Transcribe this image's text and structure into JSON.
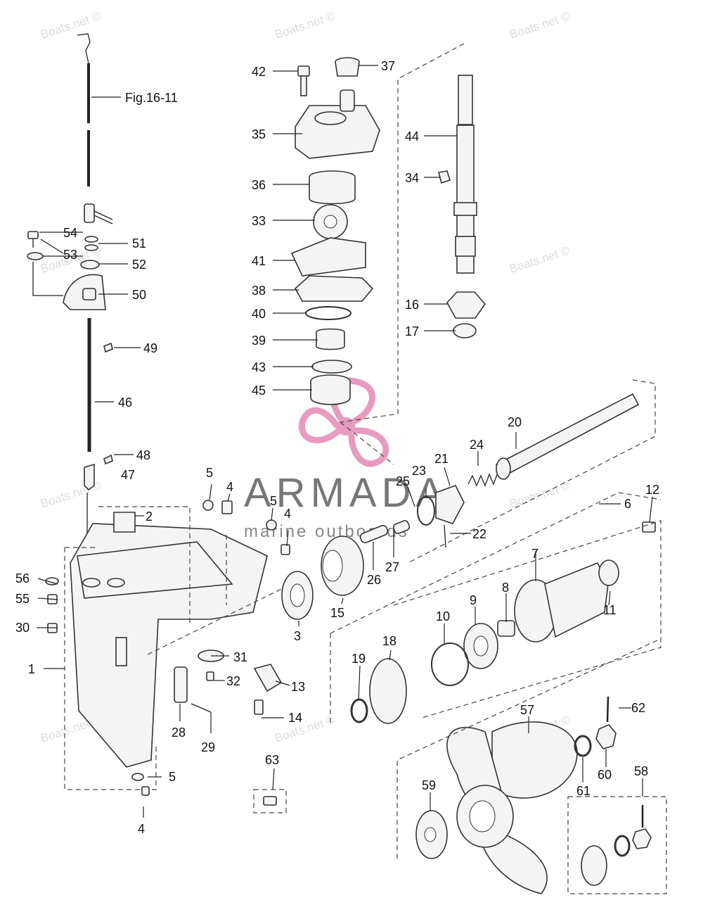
{
  "watermarks": [
    "Boats.net ©",
    "Boats.net ©",
    "Boats.net ©",
    "Boats.net ©",
    "Boats.net ©",
    "Boats.net ©",
    "Boats.net ©",
    "Boats.net ©",
    "Boats.net ©",
    "Boats.net ©"
  ],
  "brand": {
    "name": "ARMADA",
    "tagline": "marine outboards",
    "color": "#e79bbf"
  },
  "reference": "Fig.16-11",
  "callouts": {
    "c1": "1",
    "c2": "2",
    "c3": "3",
    "c4a": "4",
    "c4b": "4",
    "c4c": "4",
    "c5a": "5",
    "c5b": "5",
    "c5c": "5",
    "c6": "6",
    "c7": "7",
    "c8": "8",
    "c9": "9",
    "c10": "10",
    "c11": "11",
    "c12": "12",
    "c13": "13",
    "c14": "14",
    "c15": "15",
    "c16": "16",
    "c17": "17",
    "c18": "18",
    "c19": "19",
    "c20": "20",
    "c21": "21",
    "c22": "22",
    "c23": "23",
    "c24": "24",
    "c25": "25",
    "c26": "26",
    "c27": "27",
    "c28": "28",
    "c29": "29",
    "c30": "30",
    "c31": "31",
    "c32": "32",
    "c33": "33",
    "c34": "34",
    "c35": "35",
    "c36": "36",
    "c37": "37",
    "c38": "38",
    "c39": "39",
    "c40": "40",
    "c41": "41",
    "c42": "42",
    "c43": "43",
    "c44": "44",
    "c45": "45",
    "c46": "46",
    "c47": "47",
    "c48": "48",
    "c49": "49",
    "c50": "50",
    "c51": "51",
    "c52": "52",
    "c53": "53",
    "c54": "54",
    "c55": "55",
    "c56": "56",
    "c57": "57",
    "c58": "58",
    "c59": "59",
    "c60": "60",
    "c61": "61",
    "c62": "62",
    "c63": "63"
  }
}
